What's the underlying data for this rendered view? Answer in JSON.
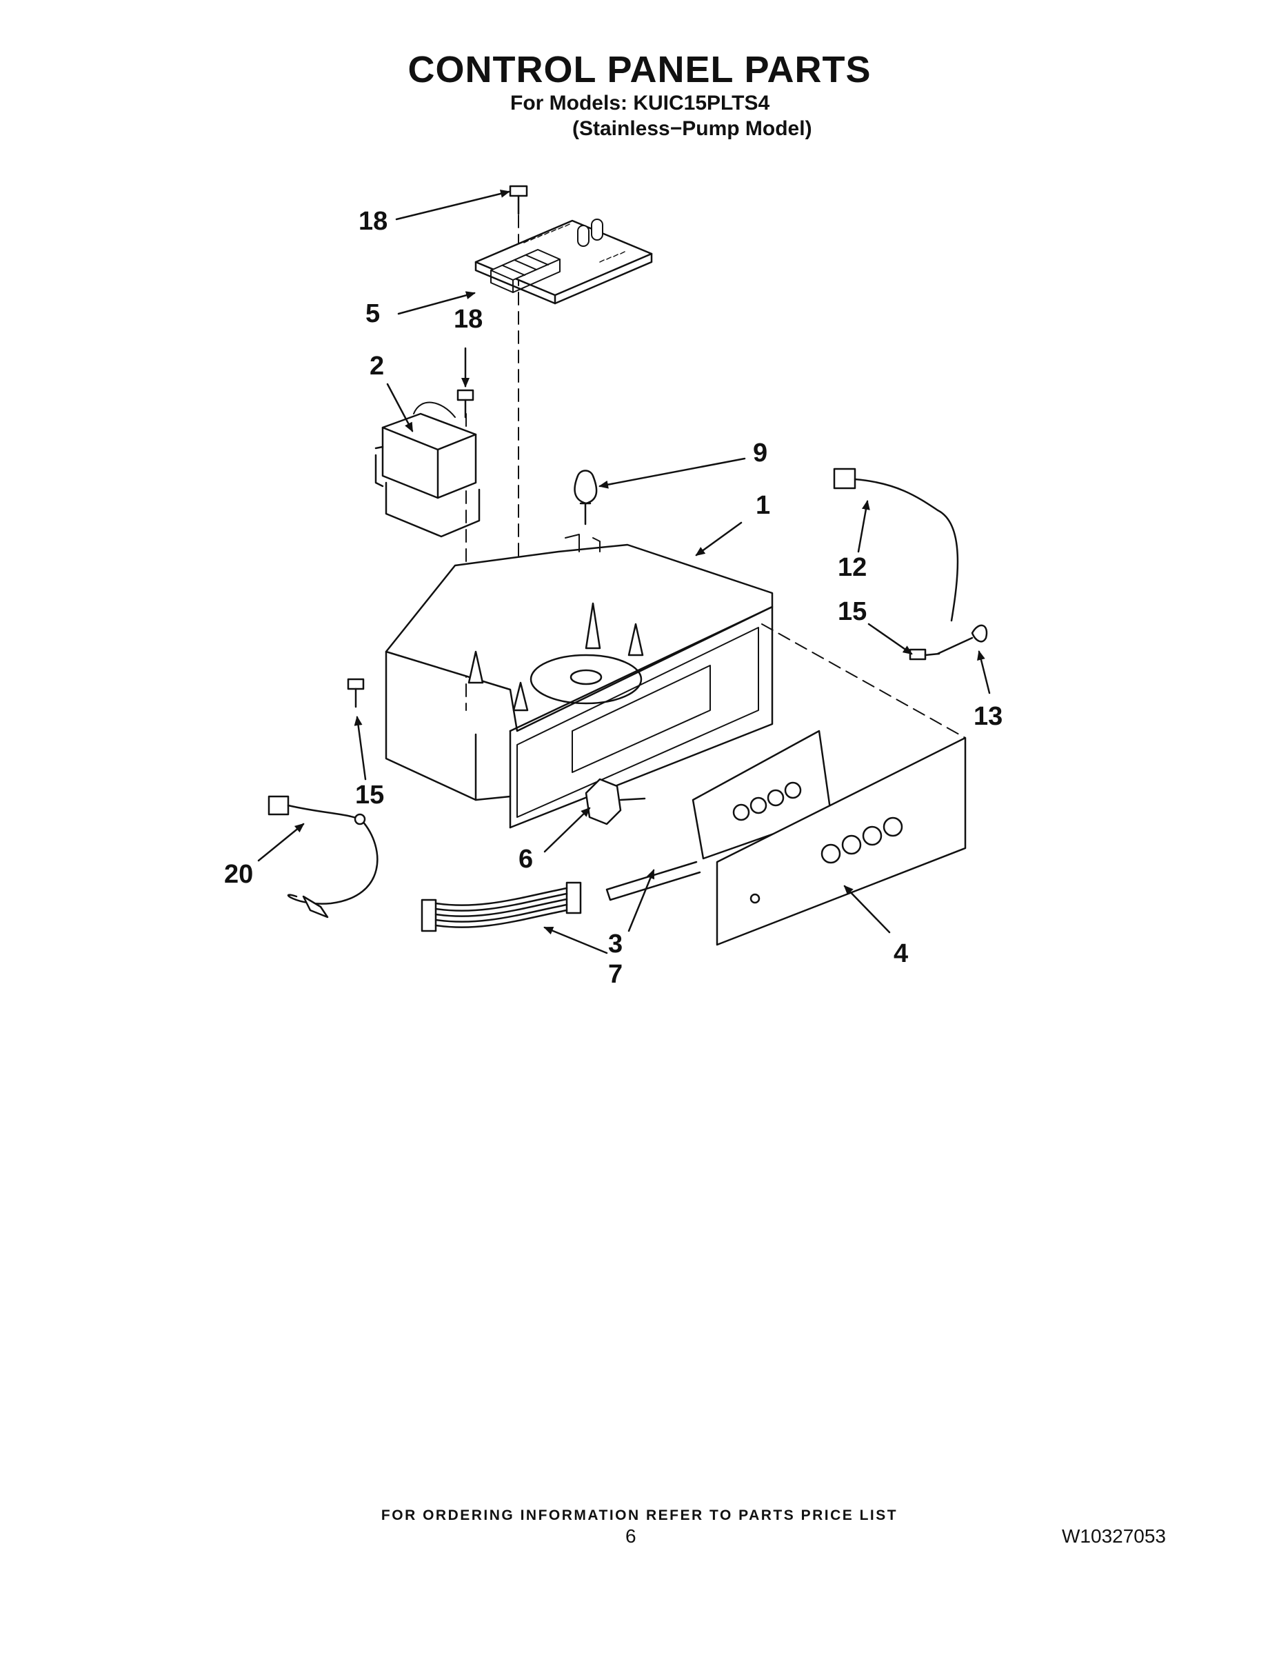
{
  "header": {
    "title": "CONTROL PANEL PARTS",
    "models_line": "For Models: KUIC15PLTS4",
    "variant_line": "(Stainless−Pump Model)"
  },
  "callouts": [
    {
      "id": "c18a",
      "label": "18"
    },
    {
      "id": "c5",
      "label": "5"
    },
    {
      "id": "c18b",
      "label": "18"
    },
    {
      "id": "c2",
      "label": "2"
    },
    {
      "id": "c9",
      "label": "9"
    },
    {
      "id": "c1",
      "label": "1"
    },
    {
      "id": "c12",
      "label": "12"
    },
    {
      "id": "c15a",
      "label": "15"
    },
    {
      "id": "c13",
      "label": "13"
    },
    {
      "id": "c15b",
      "label": "15"
    },
    {
      "id": "c20",
      "label": "20"
    },
    {
      "id": "c6",
      "label": "6"
    },
    {
      "id": "c3",
      "label": "3"
    },
    {
      "id": "c7",
      "label": "7"
    },
    {
      "id": "c4",
      "label": "4"
    }
  ],
  "footer": {
    "ordering_note": "FOR ORDERING INFORMATION REFER TO PARTS PRICE LIST",
    "page_number": "6",
    "document_number": "W10327053"
  }
}
